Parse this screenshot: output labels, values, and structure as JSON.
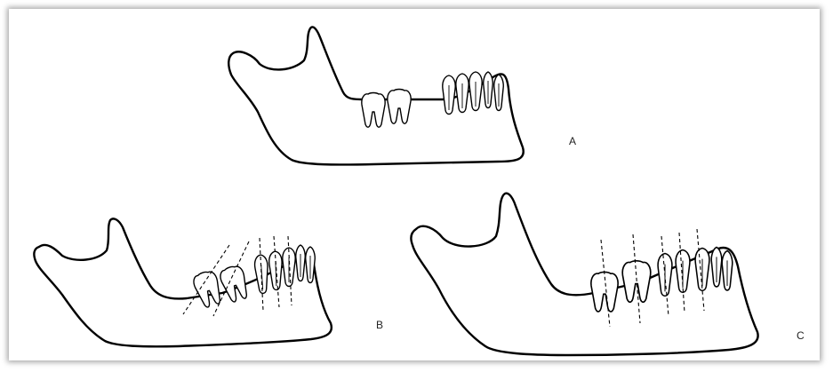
{
  "figure": {
    "panels": [
      {
        "id": "panel-a",
        "label": "A"
      },
      {
        "id": "panel-b",
        "label": "B"
      },
      {
        "id": "panel-c",
        "label": "C"
      }
    ]
  }
}
